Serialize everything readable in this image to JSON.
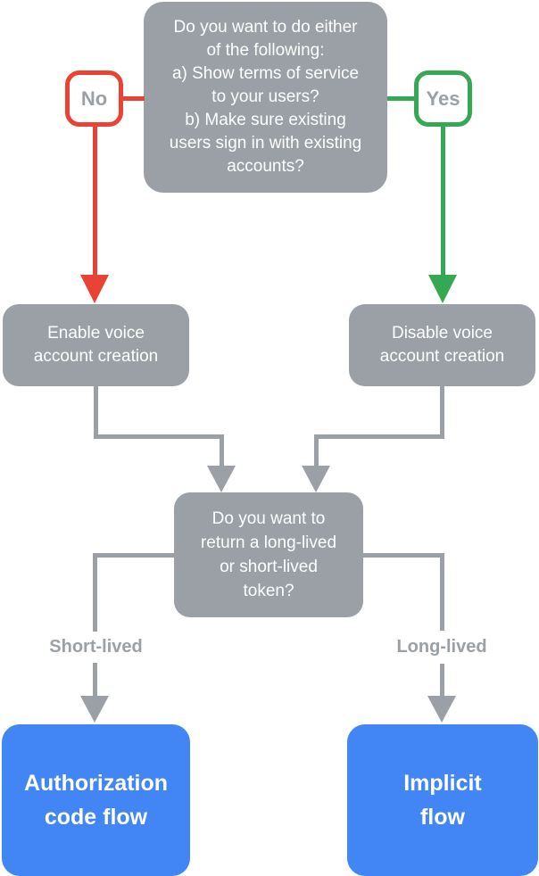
{
  "diagram": {
    "top_question": "Do you want to do either\nof the following:\na) Show terms of service\nto your users?\nb) Make sure existing\nusers sign in with existing\naccounts?",
    "no_badge": "No",
    "yes_badge": "Yes",
    "enable_box": "Enable voice\naccount creation",
    "disable_box": "Disable voice\naccount creation",
    "token_question": "Do you want to\nreturn a long-lived\nor short-lived\ntoken?",
    "short_lived_label": "Short-lived",
    "long_lived_label": "Long-lived",
    "authorization_box": "Authorization\ncode flow",
    "implicit_box": "Implicit\nflow",
    "colors": {
      "node_gray": "#9AA0A6",
      "no_red": "#EA4335",
      "yes_green": "#34A853",
      "result_blue": "#4285F4",
      "label_text_gray": "#9AA0A6",
      "node_text": "#FFFFFF",
      "background": "#FFFFFF"
    }
  }
}
